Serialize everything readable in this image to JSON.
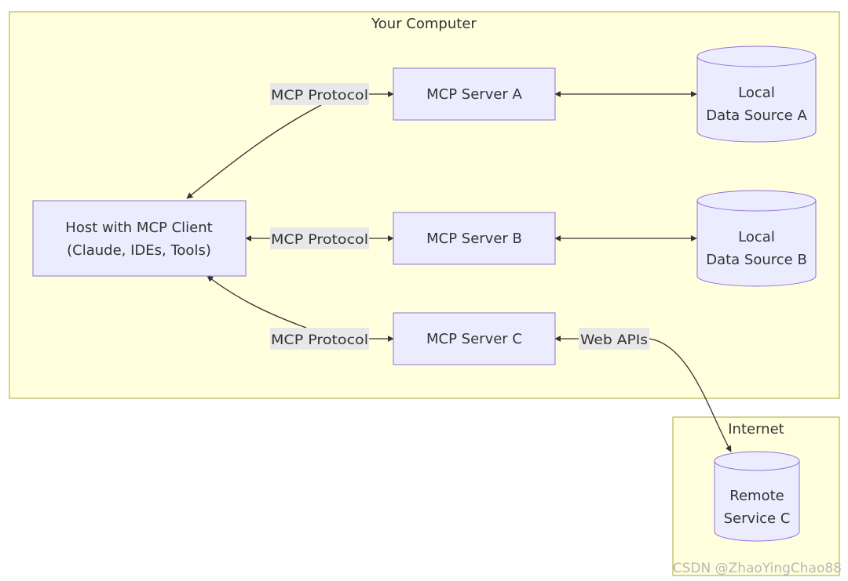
{
  "groups": {
    "computer": {
      "label": "Your Computer"
    },
    "internet": {
      "label": "Internet"
    }
  },
  "nodes": {
    "host": {
      "lines": [
        "Host with MCP Client",
        "(Claude, IDEs, Tools)"
      ]
    },
    "server_a": {
      "label": "MCP Server A"
    },
    "server_b": {
      "label": "MCP Server B"
    },
    "server_c": {
      "label": "MCP Server C"
    },
    "source_a": {
      "lines": [
        "Local",
        "Data Source A"
      ]
    },
    "source_b": {
      "lines": [
        "Local",
        "Data Source B"
      ]
    },
    "remote_c": {
      "lines": [
        "Remote",
        "Service C"
      ]
    }
  },
  "edge_labels": {
    "a": "MCP Protocol",
    "b": "MCP Protocol",
    "c": "MCP Protocol",
    "web": "Web APIs"
  },
  "watermark": "CSDN @ZhaoYingChao88",
  "colors": {
    "group_fill": "#ffffde",
    "group_stroke": "#aaaa33",
    "node_fill": "#ececff",
    "node_stroke": "#9370db",
    "edge": "#333333",
    "label_bg": "#e8e8e8"
  }
}
